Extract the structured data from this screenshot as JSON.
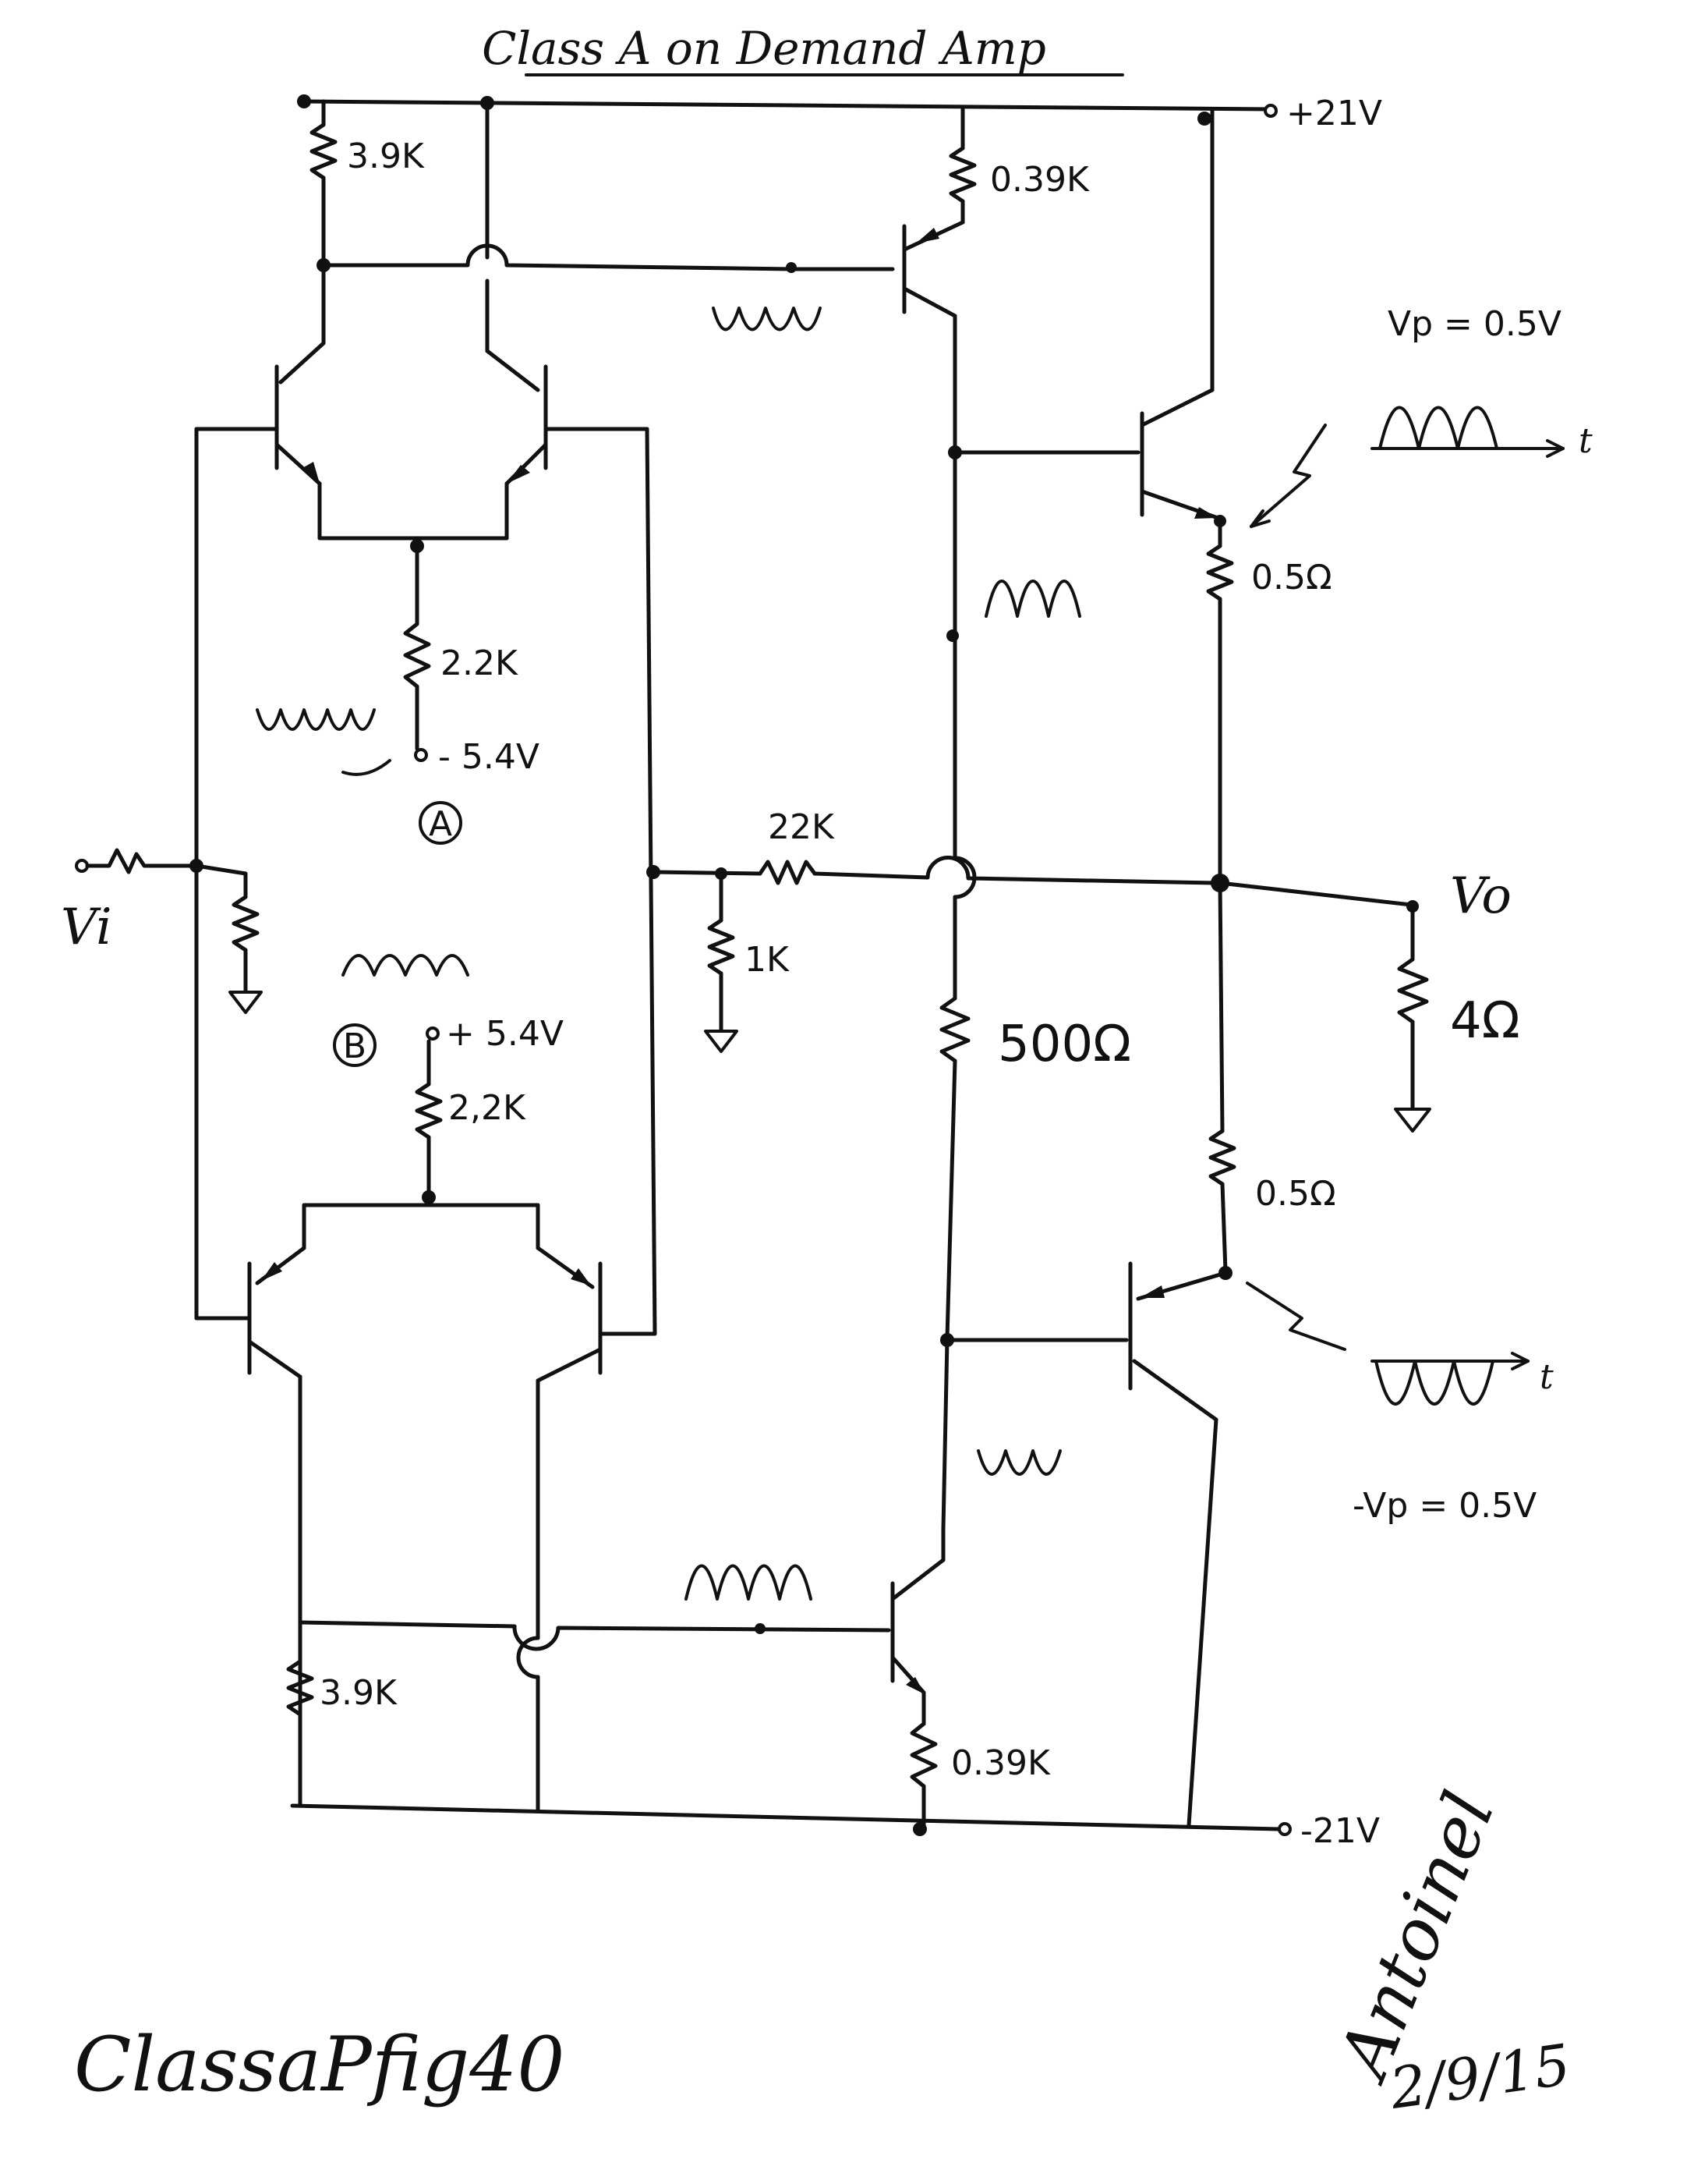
{
  "title": "Class A on Demand Amp",
  "rails": {
    "positive": "+21V",
    "negative": "-21V"
  },
  "input_label": "Vi",
  "output_label": "Vo",
  "resistors": {
    "r_top_left": "3.9K",
    "r_top_emitter": "0.39K",
    "r_tail_top": "2.2K",
    "r_tail_bottom": "2,2K",
    "r_feedback": "22K",
    "r_feedback_ground": "1K",
    "r_bias": "500Ω",
    "r_out_top": "0.5Ω",
    "r_out_bottom": "0.5Ω",
    "r_load": "4Ω",
    "r_bottom_left": "3.9K",
    "r_bottom_emitter": "0.39K"
  },
  "supplies": {
    "a_voltage": "- 5.4V",
    "b_voltage": "+ 5.4V"
  },
  "nodes": {
    "a": "A",
    "b": "B"
  },
  "annotations": {
    "vp_top": "Vp = 0.5V",
    "vp_bottom": "-Vp = 0.5V",
    "time_axis": "t"
  },
  "footer": {
    "figure_id": "ClassaPfig40",
    "author": "Antoinel",
    "date": "2/9/15"
  }
}
